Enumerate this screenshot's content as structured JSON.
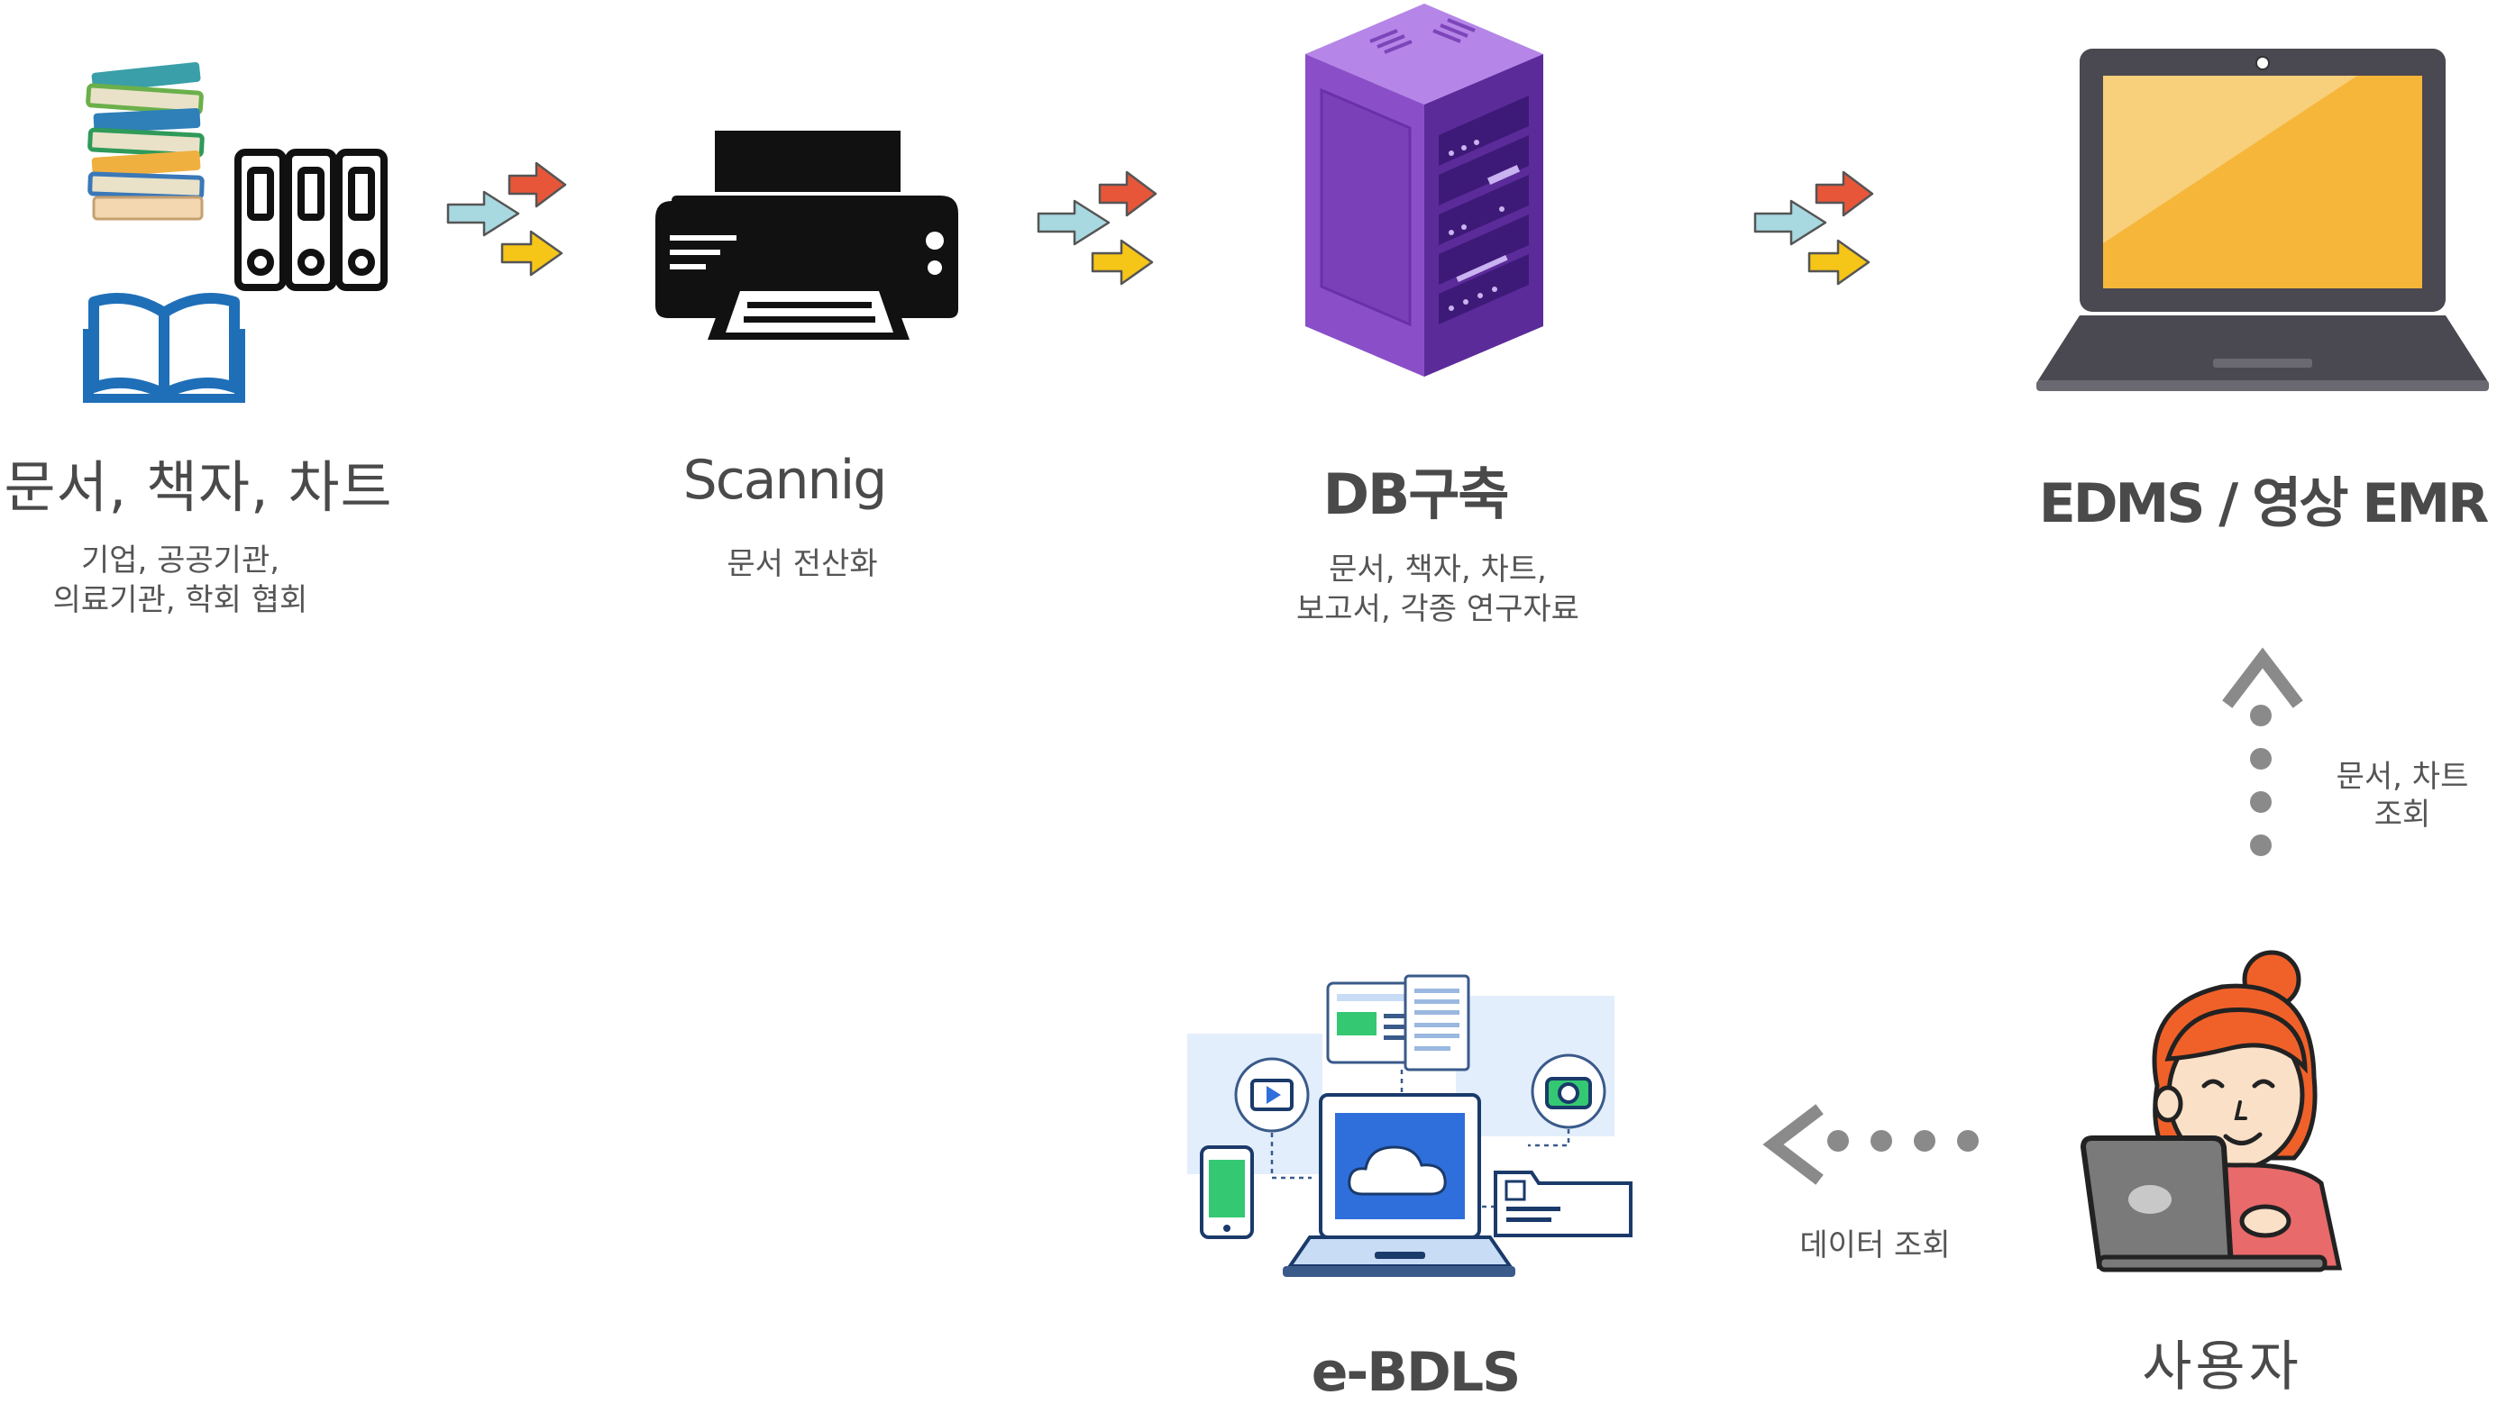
{
  "nodes": {
    "documents": {
      "title": "문서, 책자, 차트",
      "desc_line1": "기업, 공공기관,",
      "desc_line2": "의료기관, 학회 협회"
    },
    "scanning": {
      "title": "Scannig",
      "desc_line1": "문서 전산화"
    },
    "db": {
      "title": "DB구축",
      "desc_line1": "문서, 책자, 차트,",
      "desc_line2": "보고서, 각종 연구자료"
    },
    "edms": {
      "title": "EDMS / 영상 EMR"
    },
    "ebdls": {
      "title": "e-BDLS"
    },
    "user": {
      "title": "사용자"
    }
  },
  "connectors": {
    "up_label_line1": "문서, 차트",
    "up_label_line2": "조회",
    "left_label": "데이터 조회"
  },
  "colors": {
    "arrow_red": "#e8563a",
    "arrow_blue": "#a8d8e0",
    "arrow_yellow": "#f5c518",
    "server_purple": "#8a4fc8",
    "laptop_screen": "#f5b63a",
    "cloud_blue": "#2f6fdc",
    "user_hair": "#f0612a",
    "dots_gray": "#8a8a8a"
  }
}
